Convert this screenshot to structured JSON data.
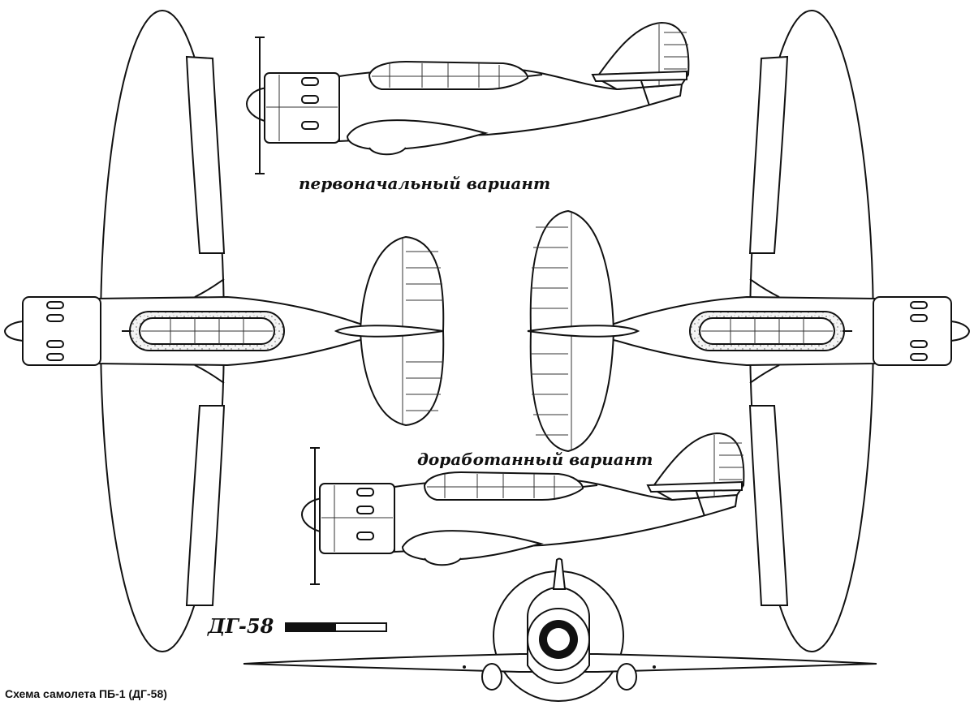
{
  "labels": {
    "original_variant": "первоначальный вариант",
    "revised_variant": "доработанный вариант",
    "model": "ДГ-58",
    "caption": "Схема самолета ПБ-1 (ДГ-58)"
  },
  "colors": {
    "ink": "#111111",
    "background": "#ffffff"
  }
}
